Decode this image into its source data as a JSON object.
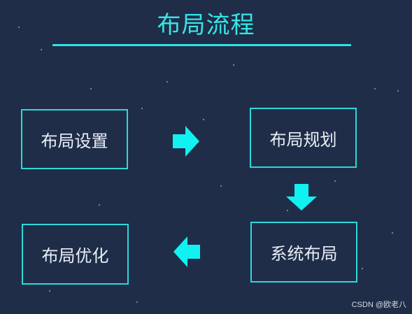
{
  "title": "布局流程",
  "nodes": {
    "layout_setup": "布局设置",
    "layout_planning": "布局规划",
    "system_layout": "系统布局",
    "layout_optimization": "布局优化"
  },
  "watermark": "CSDN @欧老八",
  "colors": {
    "background": "#1f2d48",
    "accent": "#2fe3e3",
    "box_border": "#2dd8d8",
    "text": "#e9eef7"
  }
}
